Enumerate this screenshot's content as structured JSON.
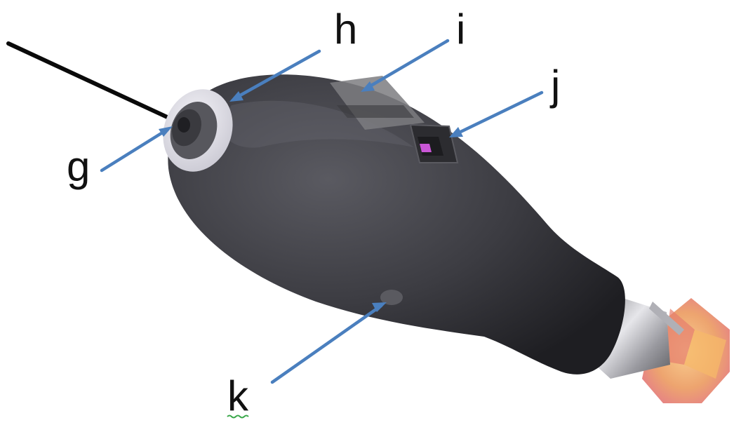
{
  "figure": {
    "description_labels": [
      {
        "id": "g",
        "text": "g"
      },
      {
        "id": "h",
        "text": "h"
      },
      {
        "id": "i",
        "text": "i"
      },
      {
        "id": "j",
        "text": "j"
      },
      {
        "id": "k",
        "text": "k"
      }
    ]
  },
  "colors": {
    "arrow": "#4a7fbe",
    "label_text": "#111111",
    "body_dark": "#2f2f33",
    "body_mid": "#47474d",
    "body_light": "#6b6b72",
    "ring_light": "#e7e6ee",
    "metal": "#b8b8bc",
    "led": "#c956d6",
    "tip_orange": "#f2a15a",
    "spellcheck_squiggle": "#3aa84a"
  },
  "icons": {
    "device": "handheld-probe-illustration"
  }
}
